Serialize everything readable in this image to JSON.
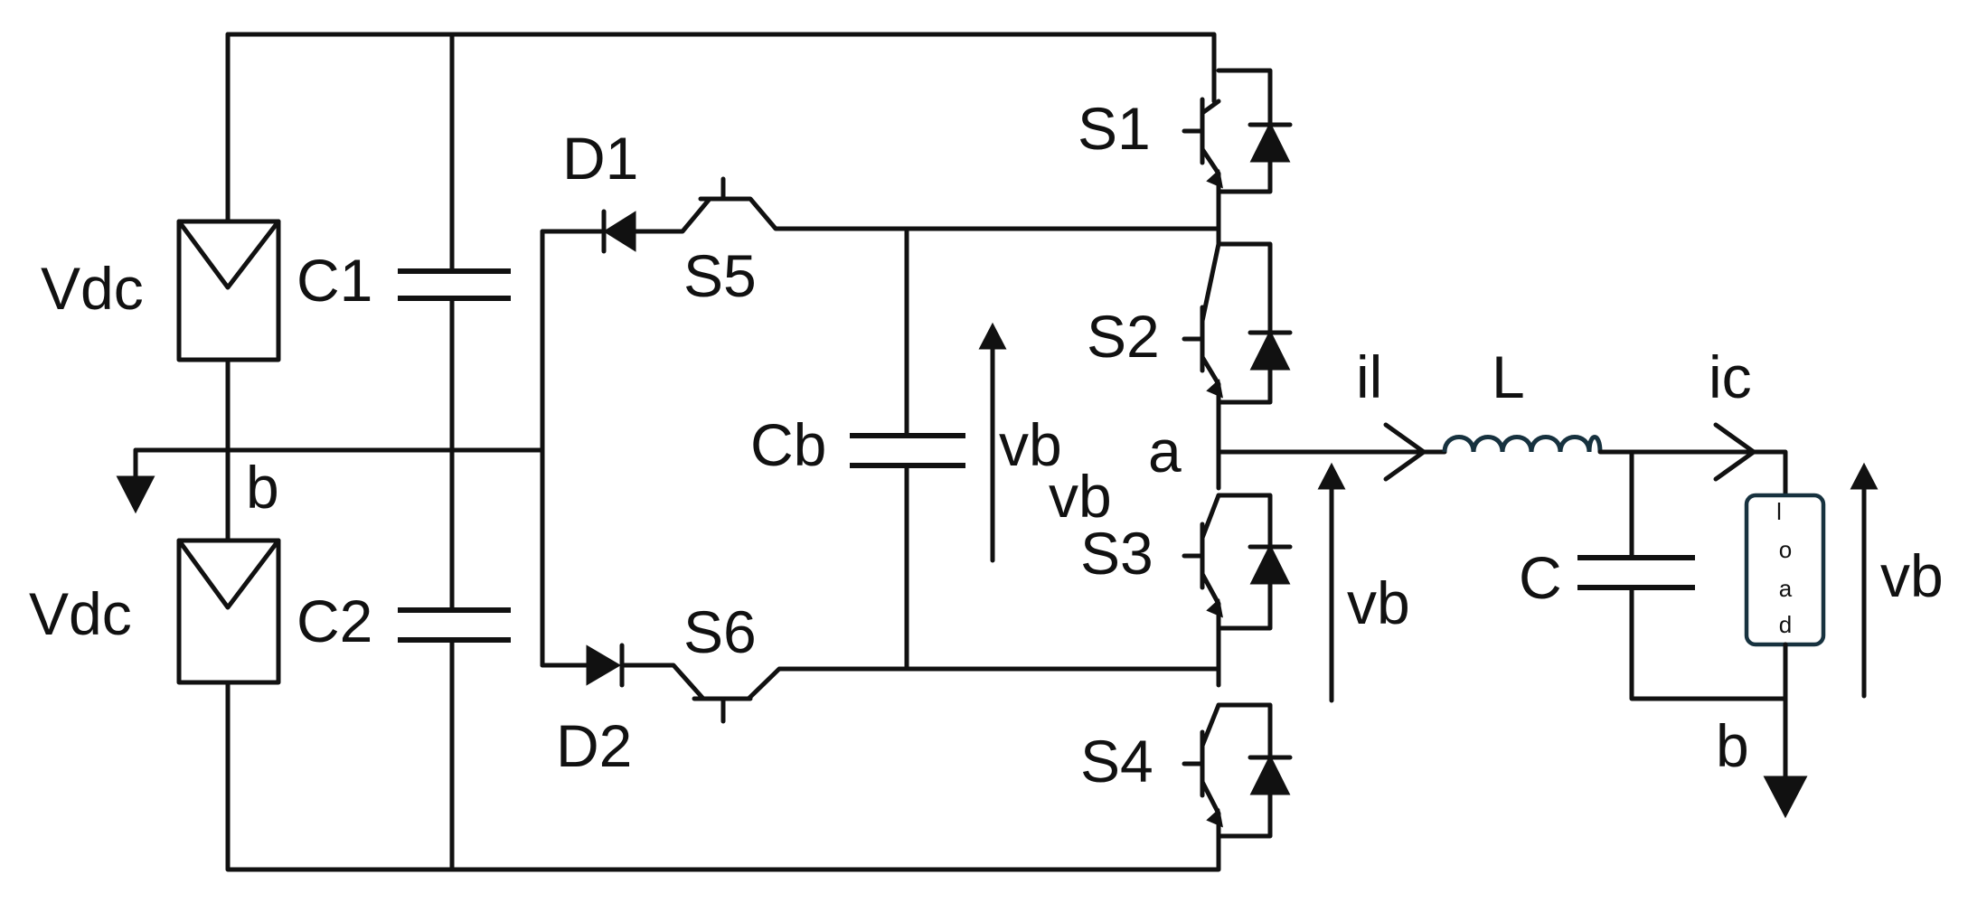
{
  "diagram": {
    "sources": {
      "top": "Vdc",
      "bottom": "Vdc"
    },
    "capacitors": {
      "c1": "C1",
      "c2": "C2",
      "cb": "Cb",
      "filter": "C"
    },
    "diodes": {
      "d1": "D1",
      "d2": "D2"
    },
    "switches": {
      "s1": "S1",
      "s2": "S2",
      "s3": "S3",
      "s4": "S4",
      "s5": "S5",
      "s6": "S6"
    },
    "inductor": "L",
    "currents": {
      "inductor": "il",
      "capacitor": "ic"
    },
    "voltages": {
      "cb": "vb",
      "mid": "vb",
      "output": "vb",
      "load": "vb"
    },
    "nodes": {
      "a": "a",
      "b_left": "b",
      "b_right": "b"
    },
    "load_letters": [
      "l",
      "o",
      "a",
      "d"
    ]
  },
  "colors": {
    "wire": "#111111",
    "load_outline": "#17323f",
    "inductor": "#17323f"
  }
}
